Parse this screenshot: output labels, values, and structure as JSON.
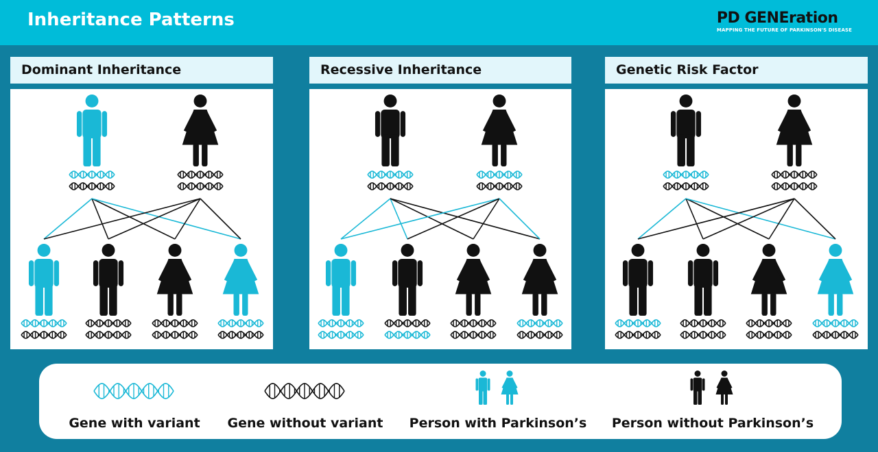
{
  "header": {
    "title": "Inheritance Patterns",
    "brand_name": "PD GENEration",
    "brand_tagline": "MAPPING THE FUTURE OF PARKINSON'S DISEASE"
  },
  "panels": [
    {
      "title": "Dominant Inheritance"
    },
    {
      "title": "Recessive Inheritance"
    },
    {
      "title": "Genetic Risk Factor"
    }
  ],
  "legend": {
    "gene_with_variant": "Gene with variant",
    "gene_without_variant": "Gene without variant",
    "person_with_pd": "Person with Parkinson’s",
    "person_without_pd": "Person without Parkinson’s"
  },
  "colors": {
    "affected": "#1ab8d6",
    "unaffected": "#111111",
    "header": "#00bcd9",
    "background": "#107f9f"
  }
}
